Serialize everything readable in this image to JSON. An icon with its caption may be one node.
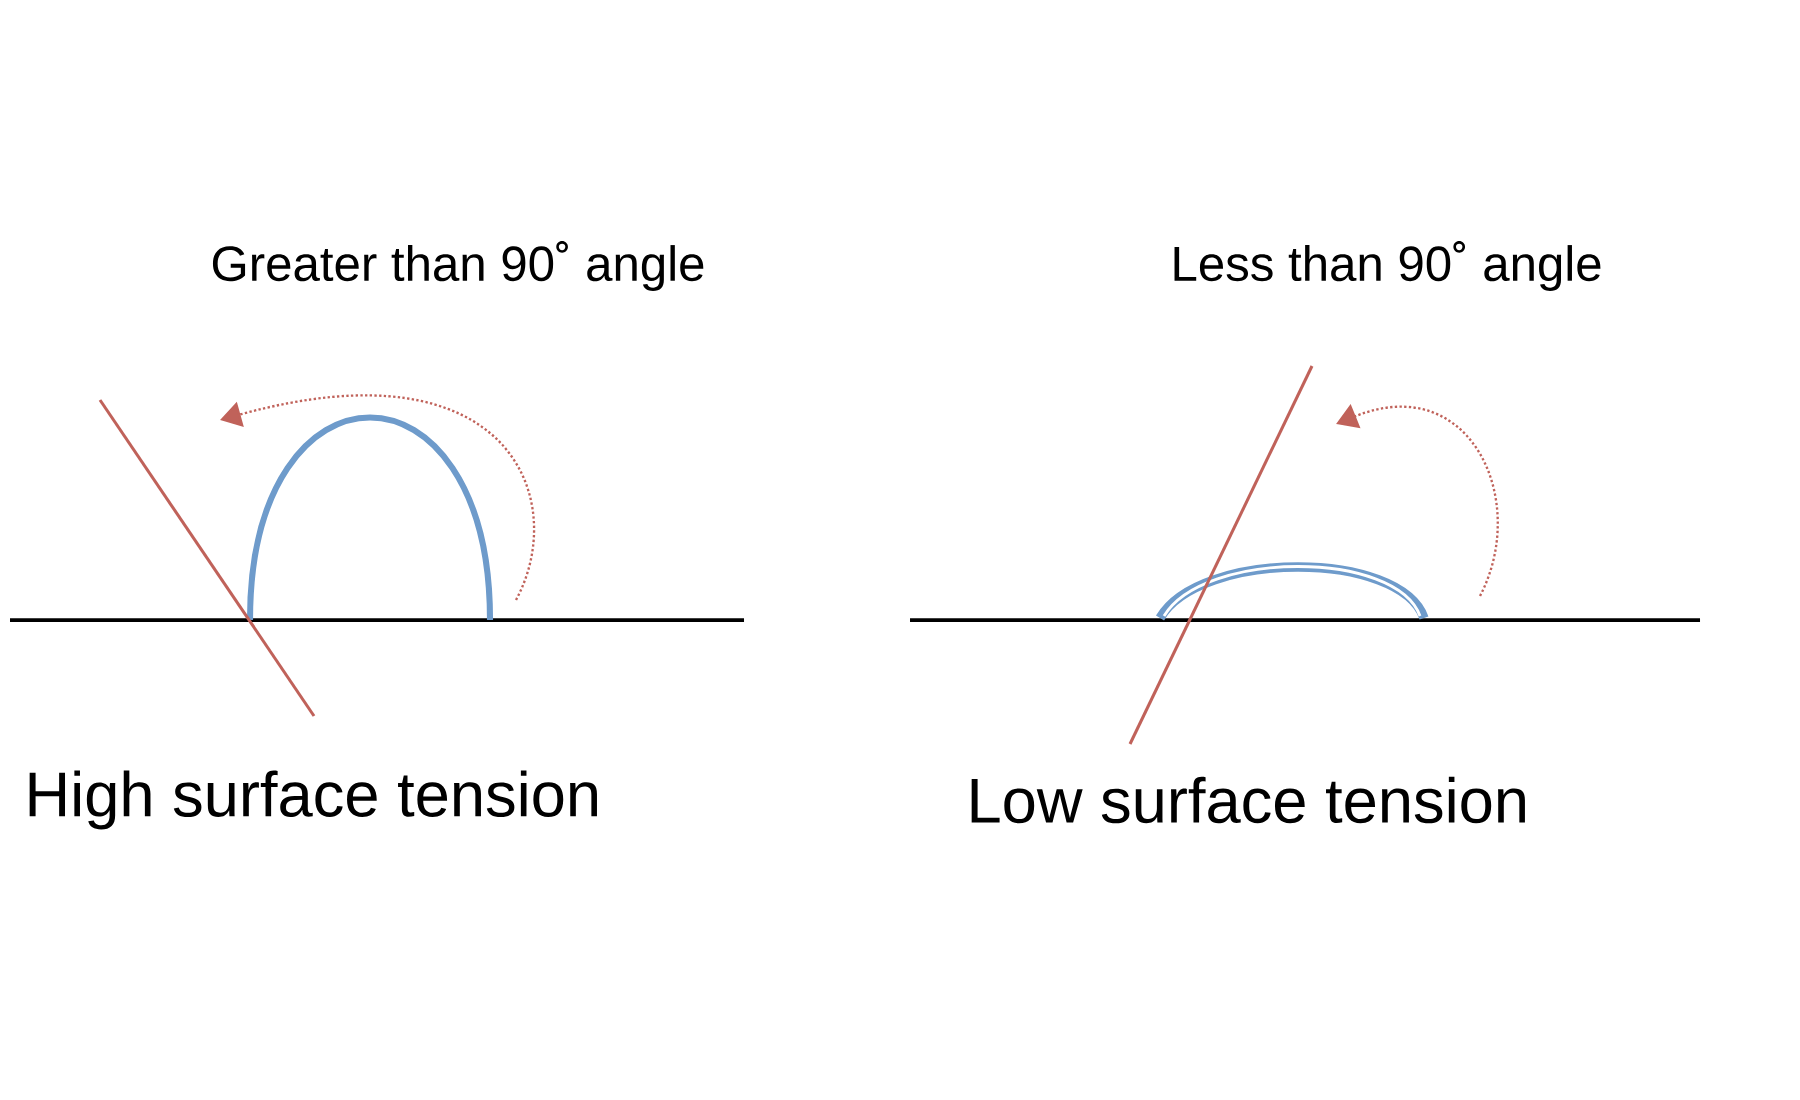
{
  "diagram": {
    "labels": [
      "Greater than 90˚ angle",
      "Less than 90˚ angle",
      "High surface tension",
      "Low surface tension"
    ]
  }
}
